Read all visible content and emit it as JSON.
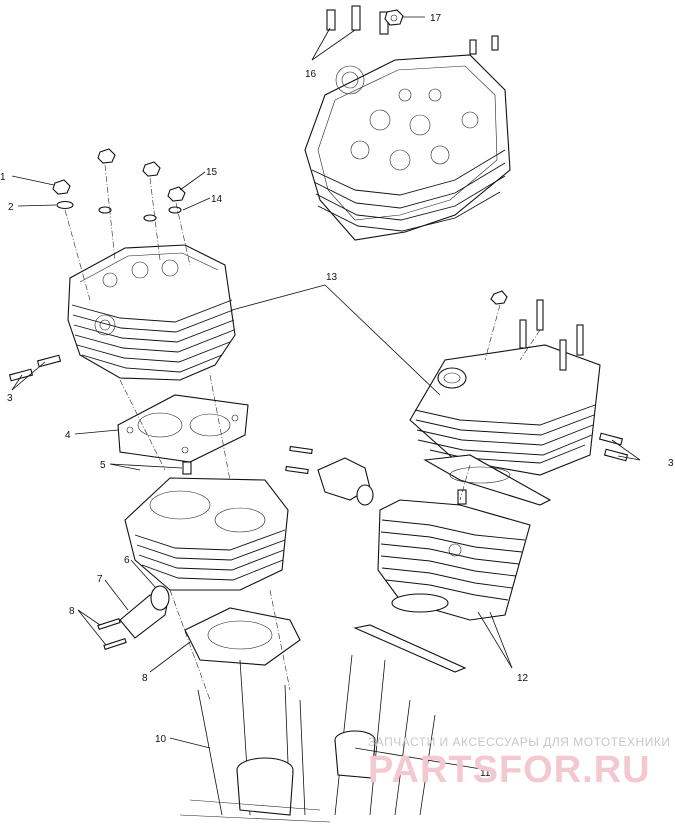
{
  "callouts": [
    {
      "id": "1",
      "label": "1"
    },
    {
      "id": "2",
      "label": "2"
    },
    {
      "id": "3a",
      "label": "3"
    },
    {
      "id": "3b",
      "label": "3"
    },
    {
      "id": "4",
      "label": "4"
    },
    {
      "id": "5",
      "label": "5"
    },
    {
      "id": "6",
      "label": "6"
    },
    {
      "id": "7",
      "label": "7"
    },
    {
      "id": "8a",
      "label": "8"
    },
    {
      "id": "8b",
      "label": "8"
    },
    {
      "id": "10",
      "label": "10"
    },
    {
      "id": "11",
      "label": "11"
    },
    {
      "id": "12",
      "label": "12"
    },
    {
      "id": "13",
      "label": "13"
    },
    {
      "id": "14",
      "label": "14"
    },
    {
      "id": "15",
      "label": "15"
    },
    {
      "id": "16",
      "label": "16"
    },
    {
      "id": "17",
      "label": "17"
    }
  ],
  "watermark": {
    "line1": "ЗАПЧАСТИ И АКСЕССУАРЫ ДЛЯ МОТОТЕХНИКИ",
    "line2": "PARTSFOR.RU"
  }
}
